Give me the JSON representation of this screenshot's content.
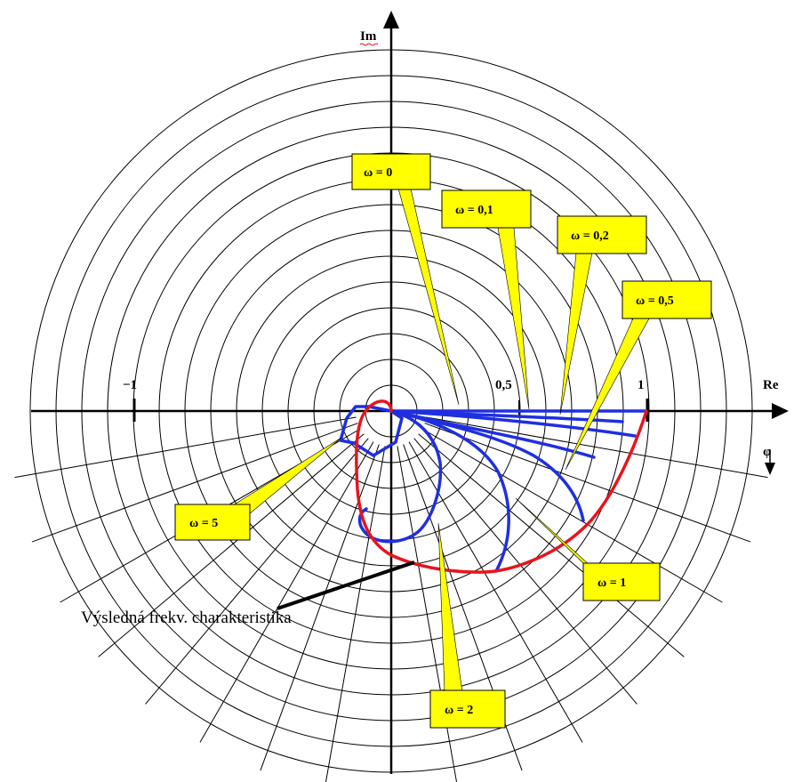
{
  "axes": {
    "re_label": "Re",
    "im_label": "Im",
    "phi_label": "φ",
    "tick_labels": [
      "−1",
      "0,5",
      "1"
    ]
  },
  "callouts": [
    {
      "id": "w0",
      "text": "ω = 0"
    },
    {
      "id": "w01",
      "text": "ω = 0,1"
    },
    {
      "id": "w02",
      "text": "ω = 0,2"
    },
    {
      "id": "w05",
      "text": "ω = 0,5"
    },
    {
      "id": "w1",
      "text": "ω = 1"
    },
    {
      "id": "w2",
      "text": "ω = 2"
    },
    {
      "id": "w5",
      "text": "ω = 5"
    }
  ],
  "caption": "Výsledná frekv. charakteristika",
  "colors": {
    "blue_curves": "#1f2fe0",
    "red_curve": "#e8141c",
    "callout_fill": "#ffff00",
    "grid": "#000000"
  }
}
